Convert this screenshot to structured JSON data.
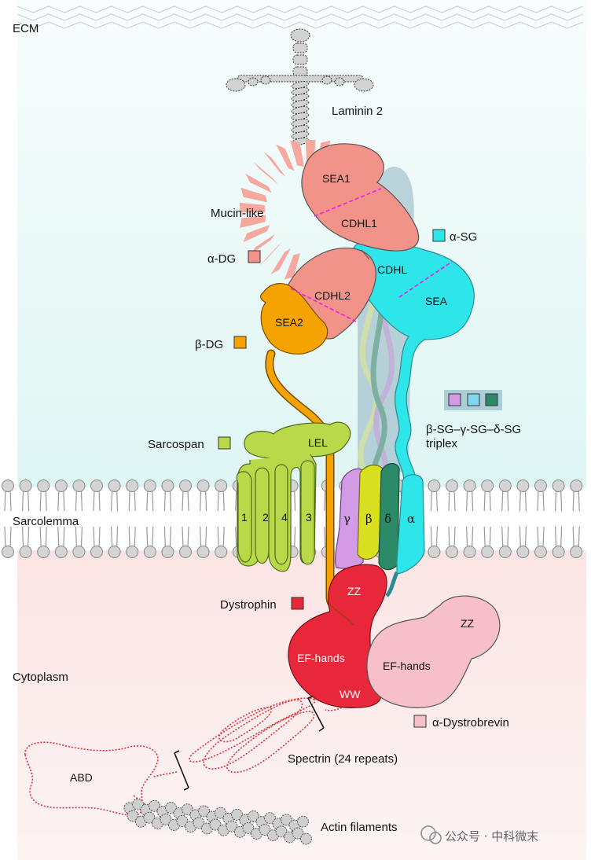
{
  "regions": {
    "ecm": "ECM",
    "sarcolemma": "Sarcolemma",
    "cytoplasm": "Cytoplasm"
  },
  "labels": {
    "laminin": "Laminin 2",
    "mucin_like": "Mucin-like",
    "alpha_dg": "α-DG",
    "beta_dg": "β-DG",
    "sarcospan": "Sarcospan",
    "dystrophin": "Dystrophin",
    "alpha_sg": "α-SG",
    "triplex_line1": "β-SG–γ-SG–δ-SG",
    "triplex_line2": "triplex",
    "alpha_dystrobrevin": "α-Dystrobrevin",
    "spectrin": "Spectrin (24 repeats)",
    "actin": "Actin filaments",
    "watermark": "公众号 · 中科微末"
  },
  "domains": {
    "sea1": "SEA1",
    "cdhl1": "CDHL1",
    "cdhl2": "CDHL2",
    "sea2": "SEA2",
    "cdhl": "CDHL",
    "sea": "SEA",
    "lel": "LEL",
    "zz": "ZZ",
    "ef_hands": "EF-hands",
    "ww": "WW",
    "zz2": "ZZ",
    "ef_hands2": "EF-hands",
    "abd": "ABD"
  },
  "helices": {
    "h1": "1",
    "h2": "2",
    "h4": "4",
    "h3": "3",
    "gamma": "γ",
    "beta": "β",
    "delta": "δ",
    "alpha": "α"
  },
  "colors": {
    "ecm_bg": "#e6f8f6",
    "cyto_bg": "#fbe8e8",
    "alpha_dg": "#f2938a",
    "beta_dg": "#f5a300",
    "sarcospan": "#b9d94a",
    "alpha_sg": "#2ee6ea",
    "beta_sg": "#d9e020",
    "gamma_sg": "#d39be6",
    "delta_sg": "#2d8a68",
    "triplex_shade": "#8fb0bf",
    "dystrophin": "#e8273a",
    "dystrobrevin": "#f7bfc8",
    "spectrin": "#e0303a"
  }
}
